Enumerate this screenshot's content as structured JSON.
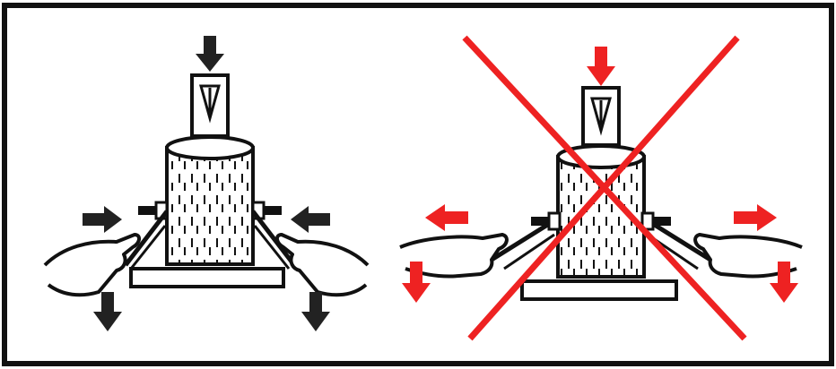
{
  "diagram": {
    "panels": [
      {
        "id": "correct",
        "description_icon": "log-splitter-correct-hand-position",
        "arrow_color": "#222222",
        "marks": []
      },
      {
        "id": "incorrect",
        "description_icon": "log-splitter-incorrect-hand-position",
        "arrow_color": "#ee2222",
        "prohibited_mark_color": "#ee2222"
      }
    ],
    "colors": {
      "ink": "#111111",
      "border": "#111111",
      "background": "#ffffff",
      "warning": "#ee2222"
    }
  }
}
